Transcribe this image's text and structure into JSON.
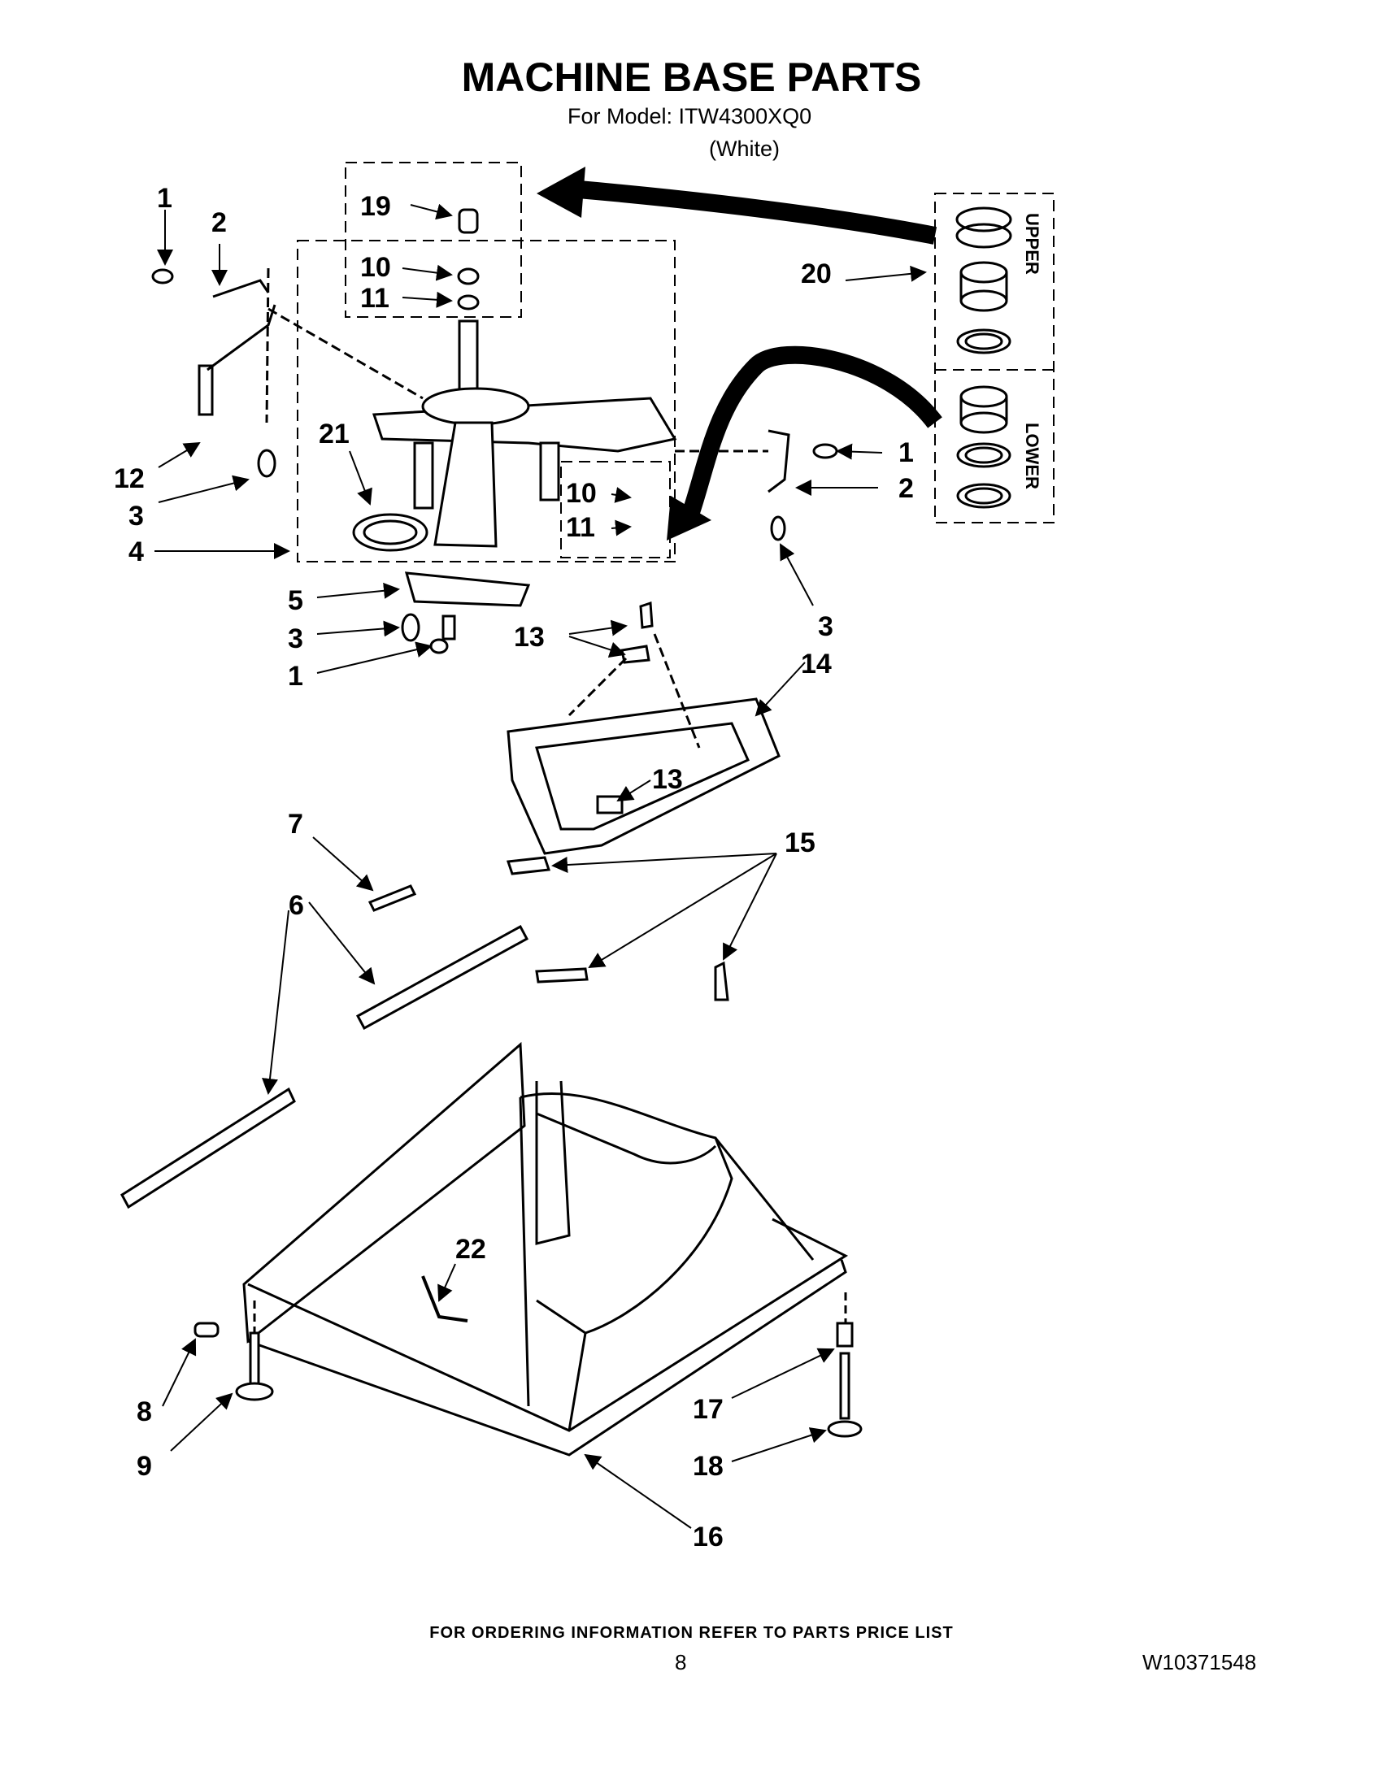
{
  "header": {
    "title": "MACHINE BASE PARTS",
    "model_line": "For Model: ITW4300XQ0",
    "color_line": "(White)"
  },
  "diagram": {
    "callouts": [
      "1",
      "2",
      "1",
      "2",
      "3",
      "3",
      "3",
      "4",
      "5",
      "6",
      "6",
      "7",
      "8",
      "9",
      "10",
      "11",
      "10",
      "11",
      "12",
      "13",
      "13",
      "14",
      "15",
      "16",
      "17",
      "18",
      "19",
      "20",
      "21",
      "22",
      "1"
    ],
    "inset_labels": {
      "upper": "UPPER",
      "lower": "LOWER"
    }
  },
  "footer": {
    "ordering_note": "FOR ORDERING INFORMATION REFER TO PARTS PRICE LIST",
    "page_number": "8",
    "document_number": "W10371548"
  }
}
